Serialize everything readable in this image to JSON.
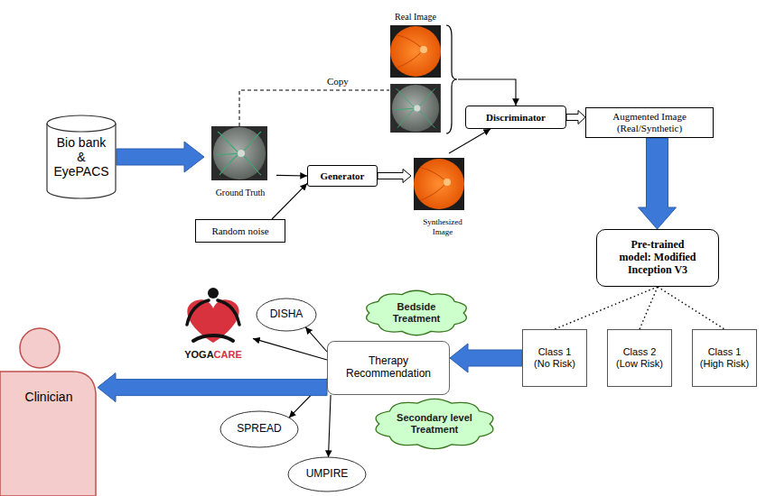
{
  "diagram": {
    "nodes": [
      {
        "text": [
          "Bio bank & EyePACS"
        ]
      },
      {
        "text": [
          "Ground Truth"
        ]
      },
      {
        "text": [
          "Random noise"
        ]
      },
      {
        "text": [
          "Generator"
        ]
      },
      {
        "text": [
          "Synthesized Image"
        ]
      },
      {
        "text": [
          "Real Image"
        ]
      },
      {
        "text": [
          "Discriminator"
        ]
      },
      {
        "text": [
          "Augmented Image (Real/Synthetic)"
        ]
      },
      {
        "text": [
          "Pre-trained model: Modified Inception V3"
        ]
      },
      {
        "text": [
          "Class 1 (No Risk)"
        ]
      },
      {
        "text": [
          "Class 2 (Low Risk)"
        ]
      },
      {
        "text": [
          "Class 1 (High Risk)"
        ]
      },
      {
        "text": [
          "Therapy Recommendation"
        ]
      },
      {
        "text": [
          "Bedside Treatment"
        ]
      },
      {
        "text": [
          "Secondary level Treatment"
        ]
      },
      {
        "text": [
          "DISHA"
        ]
      },
      {
        "text": [
          "SPREAD"
        ]
      },
      {
        "text": [
          "UMPIRE"
        ]
      },
      {
        "text": [
          "YOGA",
          "CARE"
        ]
      },
      {
        "text": [
          "Clinician"
        ]
      }
    ],
    "edges": [
      {
        "from": 0,
        "to": 1,
        "arrow": "to"
      },
      {
        "from": 1,
        "to": 3,
        "arrow": "to"
      },
      {
        "from": 2,
        "to": 3,
        "arrow": "to"
      },
      {
        "from": 3,
        "to": 4,
        "arrow": "to"
      },
      {
        "from": 5,
        "to": 6,
        "arrow": "to"
      },
      {
        "from": 4,
        "to": 6,
        "arrow": "to"
      },
      {
        "from": 6,
        "to": 7,
        "arrow": "to"
      },
      {
        "from": 7,
        "to": 8,
        "arrow": "to"
      },
      {
        "from": 8,
        "to": 9,
        "arrow": "none"
      },
      {
        "from": 8,
        "to": 10,
        "arrow": "none"
      },
      {
        "from": 8,
        "to": 11,
        "arrow": "none"
      },
      {
        "from": 9,
        "to": 12,
        "arrow": "to"
      },
      {
        "from": 12,
        "to": 15,
        "arrow": "to"
      },
      {
        "from": 12,
        "to": 18,
        "arrow": "to"
      },
      {
        "from": 12,
        "to": 16,
        "arrow": "to"
      },
      {
        "from": 12,
        "to": 17,
        "arrow": "to"
      },
      {
        "from": 12,
        "to": 19,
        "arrow": "to"
      }
    ],
    "labels": [
      "Copy"
    ]
  }
}
